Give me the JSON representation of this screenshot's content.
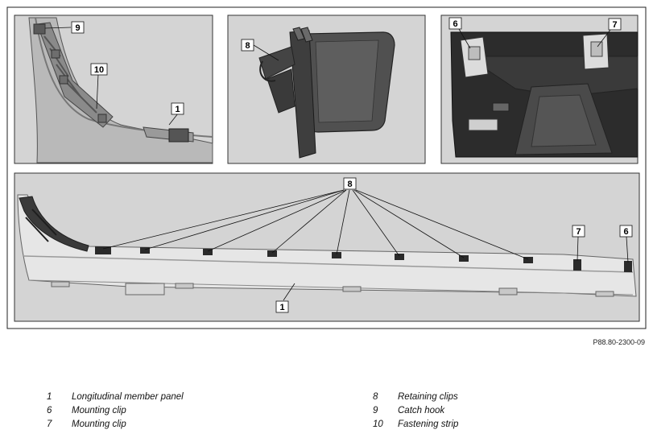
{
  "figure": {
    "reference": "P88.80-2300-09",
    "panel1_callouts": {
      "c9": "9",
      "c10": "10",
      "c1": "1"
    },
    "panel2_callouts": {
      "c8": "8"
    },
    "panel3_callouts": {
      "c6": "6",
      "c7": "7"
    },
    "overview_callouts": {
      "c8": "8",
      "c7": "7",
      "c6": "6",
      "c1": "1"
    }
  },
  "legend": {
    "left": [
      {
        "num": "1",
        "text": "Longitudinal member panel"
      },
      {
        "num": "6",
        "text": "Mounting clip"
      },
      {
        "num": "7",
        "text": "Mounting clip"
      }
    ],
    "right": [
      {
        "num": "8",
        "text": "Retaining clips"
      },
      {
        "num": "9",
        "text": "Catch hook"
      },
      {
        "num": "10",
        "text": "Fastening strip"
      }
    ]
  },
  "colors": {
    "panel_background": "#d4d4d4",
    "part_dark": "#3a3a3a",
    "part_light": "#e8e8e8"
  }
}
